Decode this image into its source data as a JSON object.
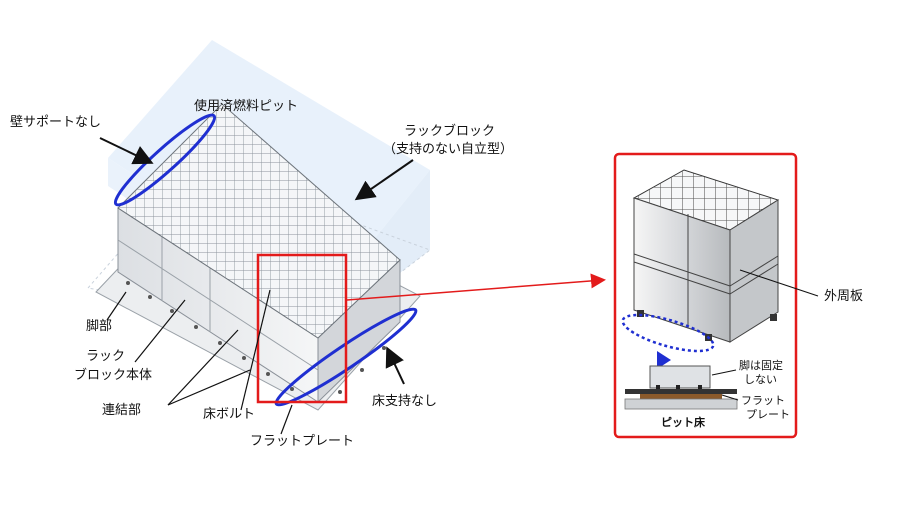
{
  "labels": {
    "wall_support": "壁サポートなし",
    "pool": "使用済燃料ピット",
    "rack_block_line1": "ラックブロック",
    "rack_block_line2": "（支持のない自立型）",
    "leg": "脚部",
    "rack_body_line1": "ラック",
    "rack_body_line2": "ブロック本体",
    "connector": "連結部",
    "floor_bolt": "床ボルト",
    "flat_plate_main": "フラットプレート",
    "floor_support": "床支持なし",
    "outer_plate": "外周板",
    "leg_not_fixed_line1": "脚は固定",
    "leg_not_fixed_line2": "しない",
    "flat_plate_detail_line1": "フラット",
    "flat_plate_detail_line2": "プレート",
    "pit_floor": "ピット床"
  },
  "colors": {
    "highlight_blue": "#1f2fd1",
    "highlight_red": "#e31b1b",
    "pool_water": "#e6f0fb"
  }
}
